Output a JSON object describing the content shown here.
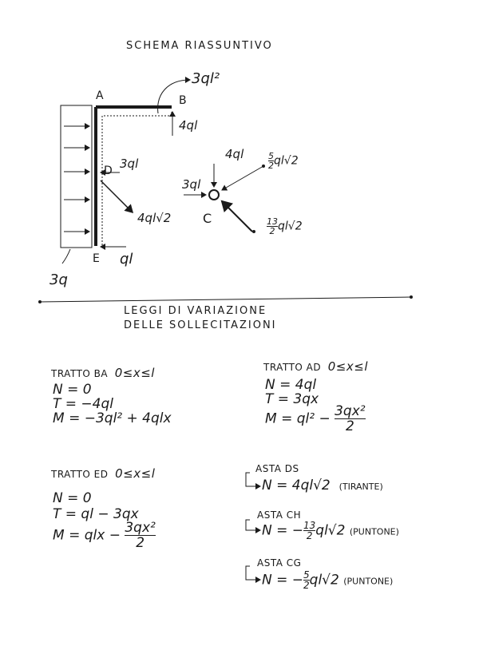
{
  "header": {
    "title": "SCHEMA RIASSUNTIVO"
  },
  "diagram": {
    "load_left": "3q",
    "point_A": "A",
    "point_B": "B",
    "point_D": "D",
    "point_E": "E",
    "point_C": "C",
    "moment_B": "3ql²",
    "force_B": "4ql",
    "force_D": "3ql",
    "force_D_diag": "4ql√2",
    "force_E": "ql",
    "force_C_top": "4ql",
    "force_C_left": "3ql",
    "force_C_upright_num": "5",
    "force_C_upright_den": "2",
    "force_C_upright_rest": "ql√2",
    "force_C_lowright_num": "13",
    "force_C_lowright_den": "2",
    "force_C_lowright_rest": "ql√2"
  },
  "section2": {
    "line1": "LEGGI DI VARIAZIONE",
    "line2": "DELLE SOLLECITAZIONI"
  },
  "tratto_BA": {
    "heading": "TRATTO BA",
    "range": "0≤x≤l",
    "N": "N = 0",
    "T": "T = −4ql",
    "M": "M = −3ql² + 4qlx"
  },
  "tratto_AD": {
    "heading": "TRATTO AD",
    "range": "0≤x≤l",
    "N": "N = 4ql",
    "T": "T = 3qx",
    "M_a": "M = ql² −",
    "M_num": "3qx²",
    "M_den": "2"
  },
  "tratto_ED": {
    "heading": "TRATTO ED",
    "range": "0≤x≤l",
    "N": "N = 0",
    "T": "T = ql − 3qx",
    "M_a": "M = qlx −",
    "M_num": "3qx²",
    "M_den": "2"
  },
  "asta_DS": {
    "heading": "ASTA DS",
    "value": "N = 4ql√2",
    "note": "(TIRANTE)"
  },
  "asta_CH": {
    "heading": "ASTA CH",
    "value_a": "N = −",
    "num": "13",
    "den": "2",
    "value_b": "ql√2",
    "note": "(PUNTONE)"
  },
  "asta_CG": {
    "heading": "ASTA CG",
    "value_a": "N = −",
    "num": "5",
    "den": "2",
    "value_b": "ql√2",
    "note": "(PUNTONE)"
  }
}
